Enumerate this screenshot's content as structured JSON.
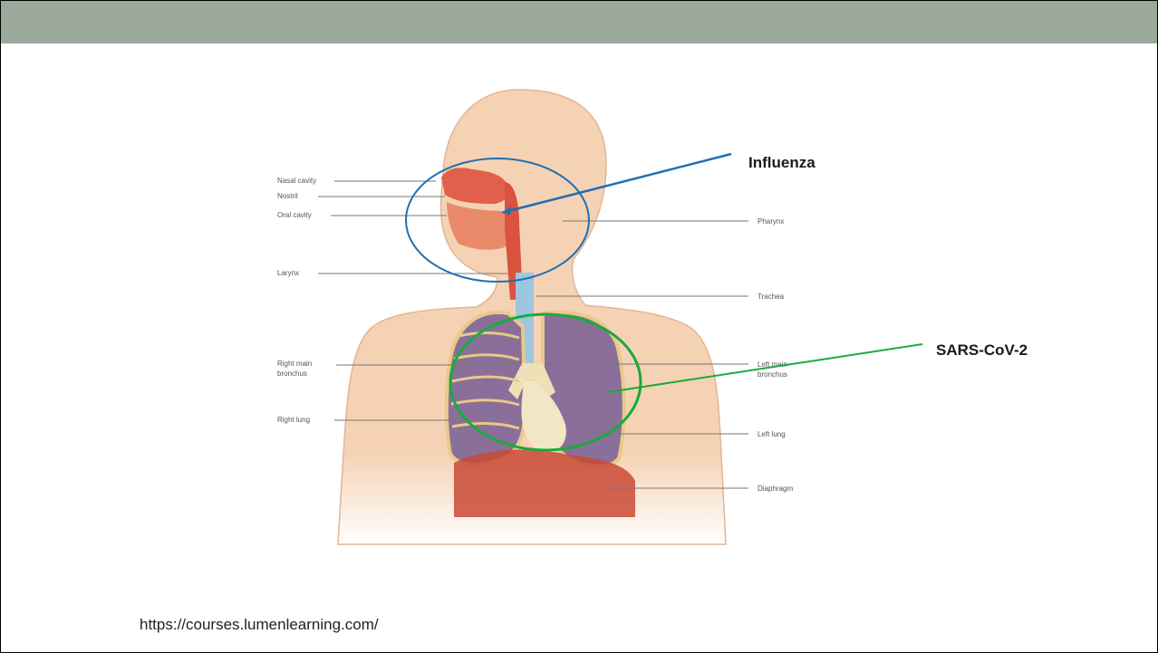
{
  "callouts": {
    "upper": "Influenza",
    "lower": "SARS-CoV-2"
  },
  "labels": {
    "nasal_cavity": "Nasal cavity",
    "nostril": "Nostril",
    "oral_cavity": "Oral cavity",
    "larynx": "Larynx",
    "right_main_bronchus_1": "Right main",
    "right_main_bronchus_2": "bronchus",
    "right_lung": "Right lung",
    "pharynx": "Pharynx",
    "trachea": "Trachea",
    "left_main_bronchus_1": "Left main",
    "left_main_bronchus_2": "bronchus",
    "left_lung": "Left lung",
    "diaphragm": "Diaphragm"
  },
  "source": "https://courses.lumenlearning.com/",
  "colors": {
    "header": "#9aa99a",
    "influenza": "#1f6fb5",
    "sars": "#1aab3a",
    "skin": "#f6d2b4",
    "lung": "#8a6f9a",
    "airway": "#d9533f"
  }
}
